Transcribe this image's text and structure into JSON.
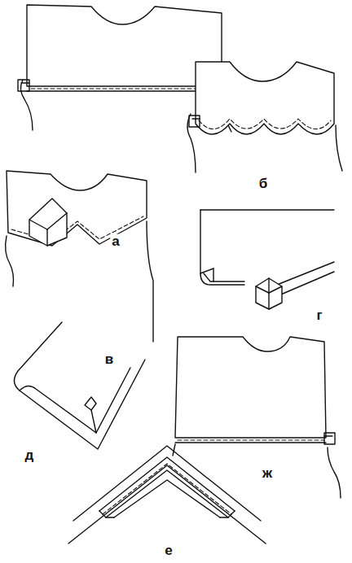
{
  "diagram": {
    "labels": [
      "а",
      "б",
      "в",
      "г",
      "д",
      "ж",
      "е"
    ]
  }
}
